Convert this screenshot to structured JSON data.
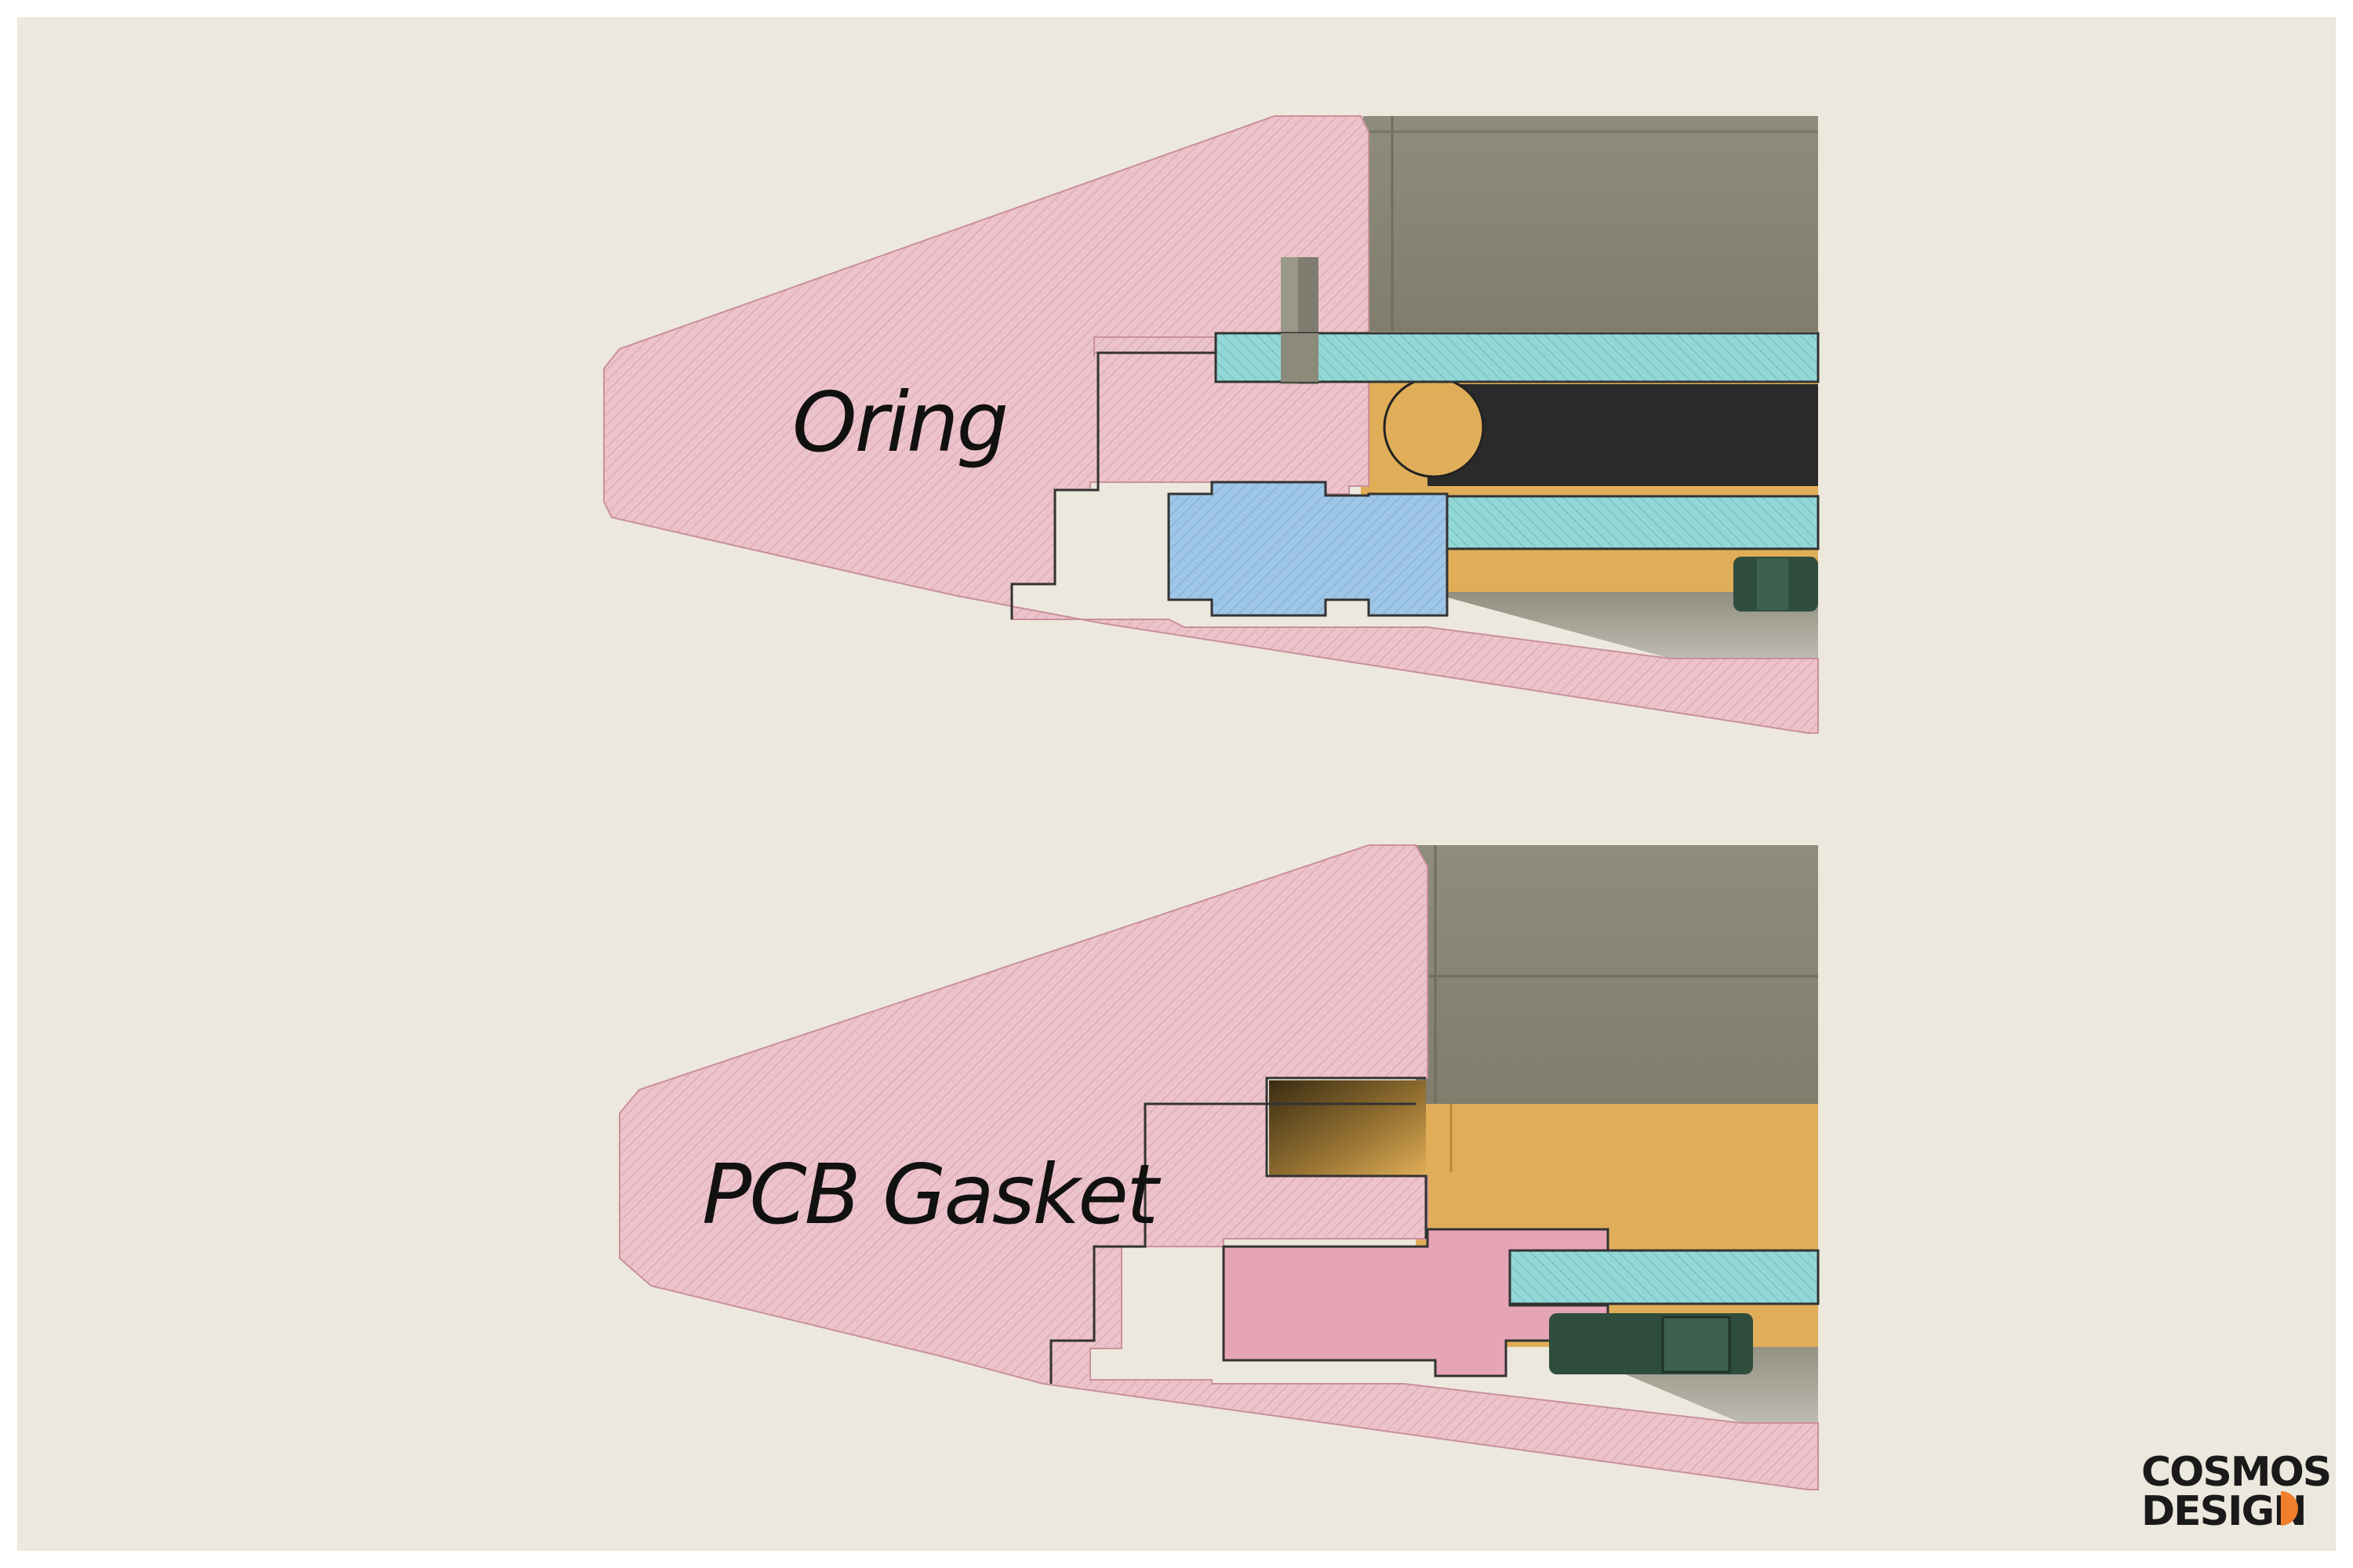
{
  "title": "",
  "colors": {
    "paper": "#ede8dd",
    "frame": "#ffffff",
    "case_pink": "#ecc3cb",
    "case_pink_edge": "#c9909c",
    "gasket_pink": "#e6a4b7",
    "plate_cyan": "#93d8d7",
    "gasket_blue": "#9fc6e6",
    "pcb_orange": "#e0ae58",
    "keycap_gray": "#8b8a76",
    "bottom_gray": "#aaa898",
    "oring_black": "#2a2a2a",
    "switch_green": "#2f4d3d",
    "logo_accent": "#f07e2a"
  },
  "panels": {
    "top": {
      "label": "Oring"
    },
    "bottom": {
      "label": "PCB Gasket"
    }
  },
  "logo": {
    "line1": "COSMOS",
    "line2": "DESIGN",
    "icon": "orange-half-circle-icon"
  }
}
